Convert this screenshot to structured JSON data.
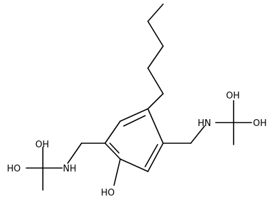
{
  "molecule": {
    "labels": {
      "oh_top_right_1": "OH",
      "oh_top_right_2": "OH",
      "nh_right": "HN",
      "oh_left_1": "OH",
      "oh_left_2": "HO",
      "nh_left": "NH",
      "oh_phenol": "HO"
    }
  }
}
